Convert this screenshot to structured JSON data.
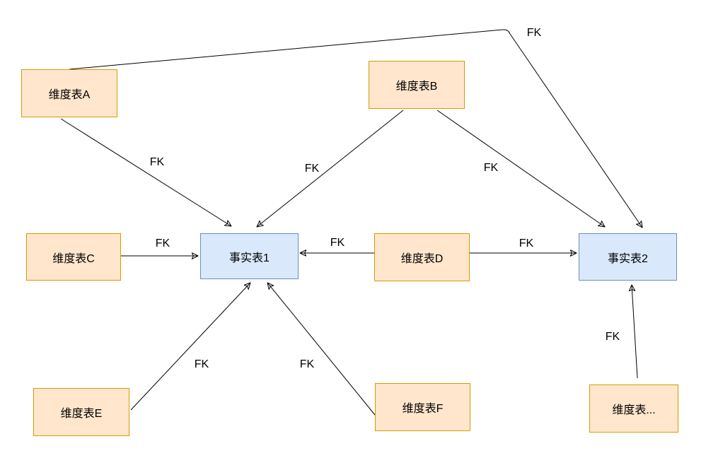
{
  "diagram": {
    "title": "fact-constellation-schema",
    "nodes": [
      {
        "id": "dim-a",
        "label": "维度表A",
        "type": "dimension"
      },
      {
        "id": "dim-b",
        "label": "维度表B",
        "type": "dimension"
      },
      {
        "id": "dim-c",
        "label": "维度表C",
        "type": "dimension"
      },
      {
        "id": "fact-1",
        "label": "事实表1",
        "type": "fact"
      },
      {
        "id": "dim-d",
        "label": "维度表D",
        "type": "dimension"
      },
      {
        "id": "fact-2",
        "label": "事实表2",
        "type": "fact"
      },
      {
        "id": "dim-e",
        "label": "维度表E",
        "type": "dimension"
      },
      {
        "id": "dim-f",
        "label": "维度表F",
        "type": "dimension"
      },
      {
        "id": "dim-g",
        "label": "维度表...",
        "type": "dimension"
      }
    ],
    "edges": [
      {
        "from": "dim-a",
        "to": "fact-2",
        "label": "FK"
      },
      {
        "from": "dim-a",
        "to": "fact-1",
        "label": "FK"
      },
      {
        "from": "dim-b",
        "to": "fact-1",
        "label": "FK"
      },
      {
        "from": "dim-b",
        "to": "fact-2",
        "label": "FK"
      },
      {
        "from": "dim-c",
        "to": "fact-1",
        "label": "FK"
      },
      {
        "from": "dim-d",
        "to": "fact-1",
        "label": "FK"
      },
      {
        "from": "dim-d",
        "to": "fact-2",
        "label": "FK"
      },
      {
        "from": "dim-e",
        "to": "fact-1",
        "label": "FK"
      },
      {
        "from": "dim-f",
        "to": "fact-1",
        "label": "FK"
      },
      {
        "from": "dim-g",
        "to": "fact-2",
        "label": "FK"
      }
    ],
    "colors": {
      "dimension_fill": "#ffe6cc",
      "dimension_stroke": "#d79b00",
      "fact_fill": "#dae8fc",
      "fact_stroke": "#6c8ebf",
      "edge_stroke": "#000000",
      "background": "#ffffff"
    }
  }
}
